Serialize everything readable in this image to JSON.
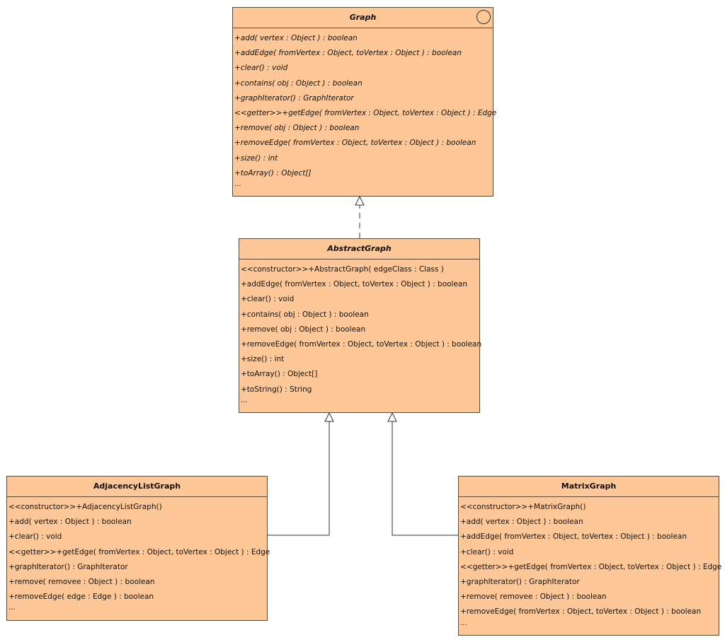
{
  "classes": {
    "graph": {
      "name": "Graph",
      "members": [
        "+add( vertex : Object ) : boolean",
        "+addEdge( fromVertex : Object, toVertex : Object ) : boolean",
        "+clear() : void",
        "+contains( obj : Object ) : boolean",
        "+graphIterator() : GraphIterator",
        "<<getter>>+getEdge( fromVertex : Object, toVertex : Object ) : Edge",
        "+remove( obj : Object ) : boolean",
        "+removeEdge( fromVertex : Object, toVertex : Object ) : boolean",
        "+size() : int",
        "+toArray() : Object[]"
      ],
      "more": "..."
    },
    "abstract_graph": {
      "name": "AbstractGraph",
      "members": [
        "<<constructor>>+AbstractGraph( edgeClass : Class )",
        "+addEdge( fromVertex : Object, toVertex : Object ) : boolean",
        "+clear() : void",
        "+contains( obj : Object ) : boolean",
        "+remove( obj : Object ) : boolean",
        "+removeEdge( fromVertex : Object, toVertex : Object ) : boolean",
        "+size() : int",
        "+toArray() : Object[]",
        "+toString() : String"
      ],
      "more": "..."
    },
    "adjacency_list_graph": {
      "name": "AdjacencyListGraph",
      "members": [
        "<<constructor>>+AdjacencyListGraph()",
        "+add( vertex : Object ) : boolean",
        "+clear() : void",
        "<<getter>>+getEdge( fromVertex : Object, toVertex : Object ) : Edge",
        "+graphIterator() : GraphIterator",
        "+remove( removee : Object ) : boolean",
        "+removeEdge( edge : Edge ) : boolean"
      ],
      "more": "..."
    },
    "matrix_graph": {
      "name": "MatrixGraph",
      "members": [
        "<<constructor>>+MatrixGraph()",
        "+add( vertex : Object ) : boolean",
        "+addEdge( fromVertex : Object, toVertex : Object ) : boolean",
        "+clear() : void",
        "<<getter>>+getEdge( fromVertex : Object, toVertex : Object ) : Edge",
        "+graphIterator() : GraphIterator",
        "+remove( removee : Object ) : boolean",
        "+removeEdge( fromVertex : Object, toVertex : Object ) : boolean"
      ],
      "more": "..."
    }
  },
  "colors": {
    "class_fill": "#fdc797",
    "border": "#5a4a3a",
    "line": "#333333"
  }
}
